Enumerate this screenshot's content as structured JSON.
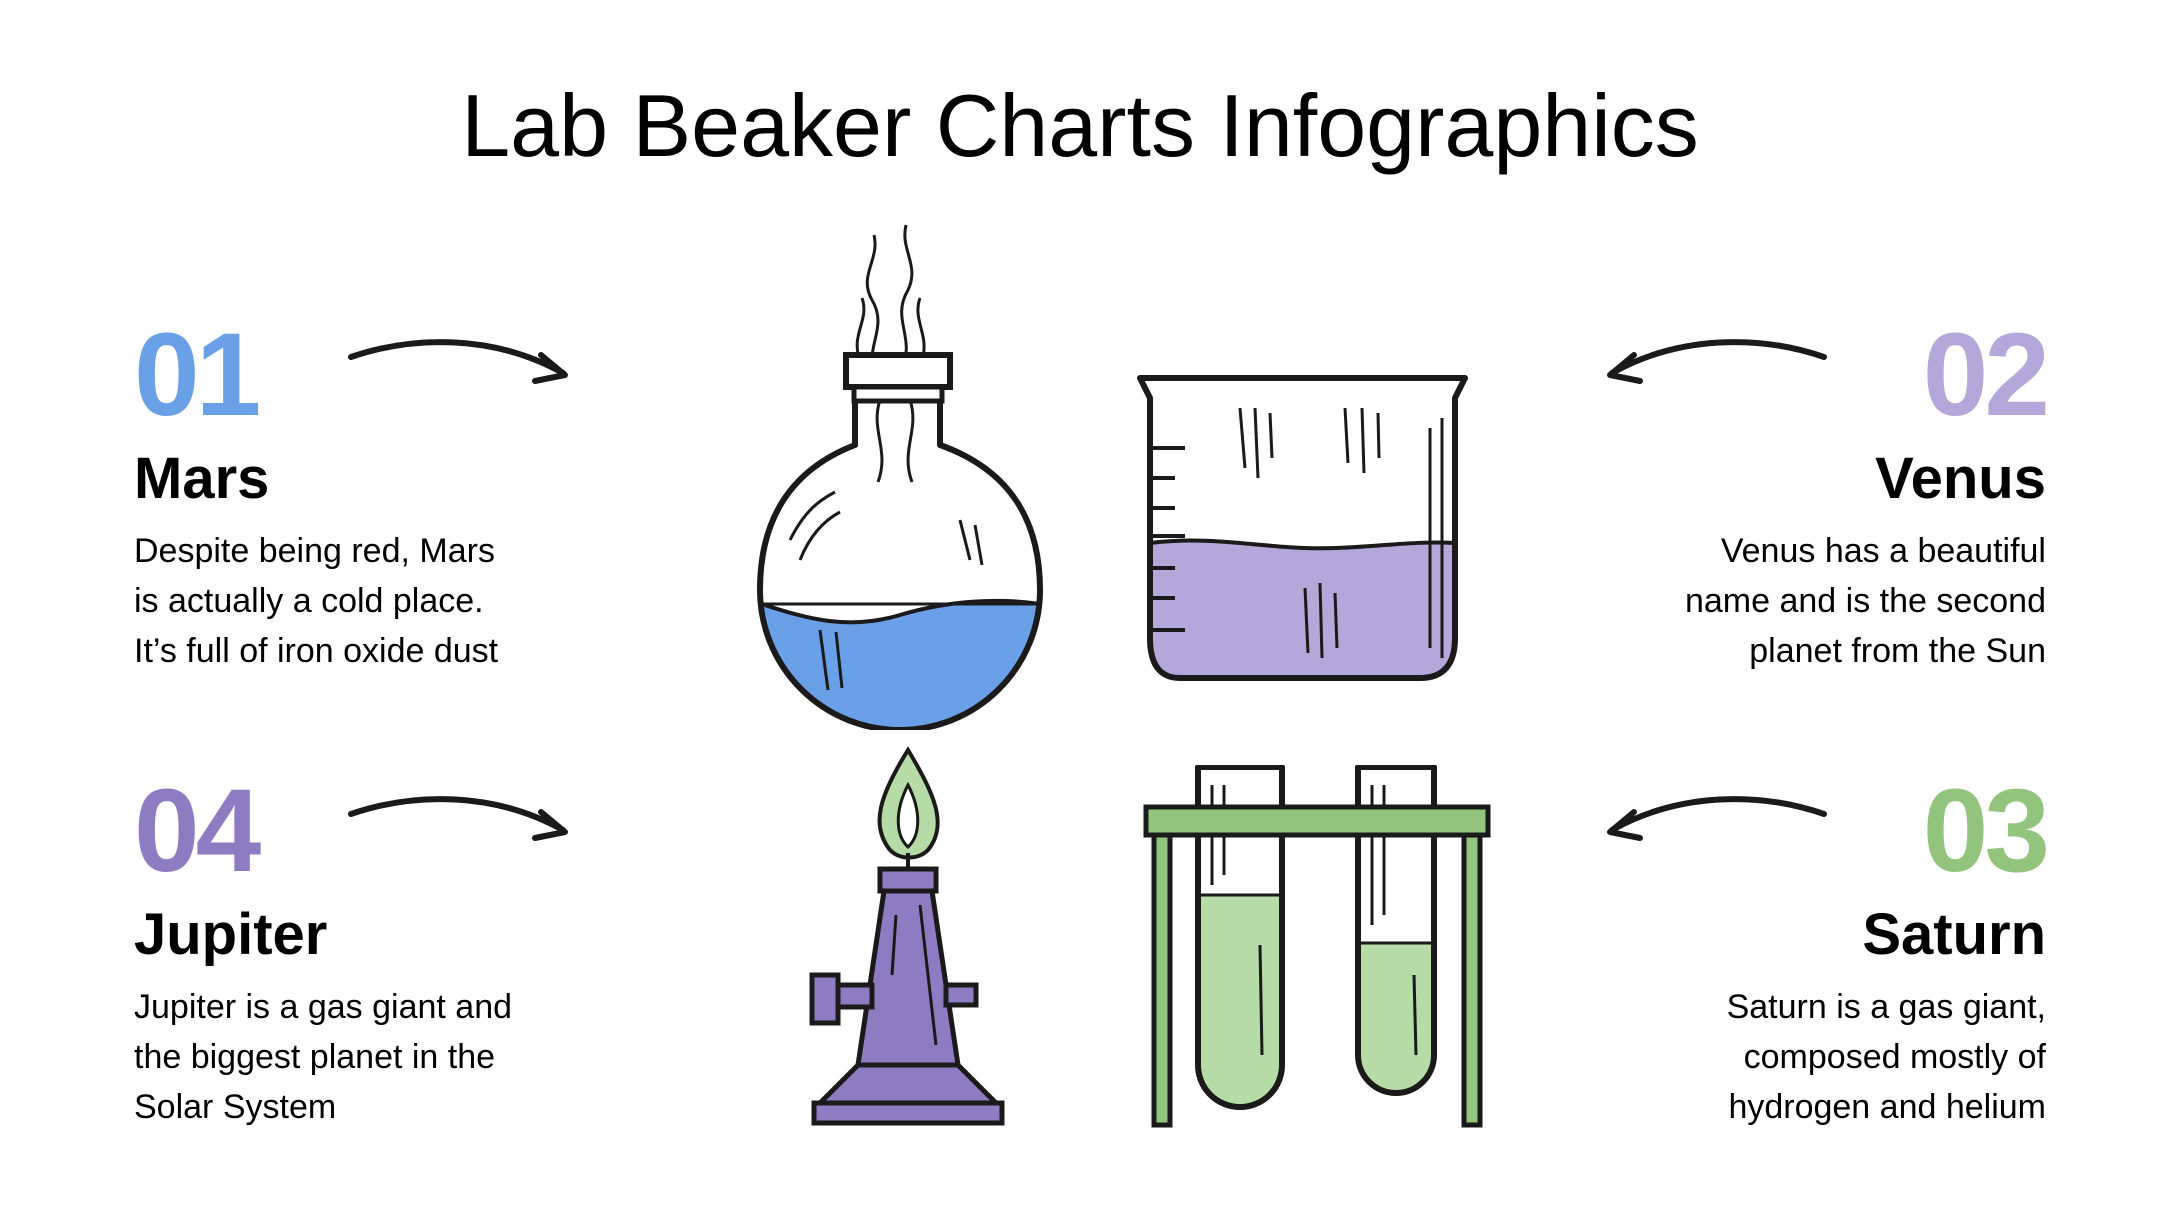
{
  "title": "Lab Beaker Charts Infographics",
  "colors": {
    "blue": "#6aa0e8",
    "lavender": "#b4a7d9",
    "purple": "#8e7cc3",
    "green": "#93c47d",
    "light_green": "#b7dba6",
    "outline": "#1a1a1a"
  },
  "items": [
    {
      "number": "01",
      "name": "Mars",
      "desc": [
        "Despite being red, Mars",
        "is actually a cold place.",
        "It’s full of iron oxide dust"
      ],
      "color": "#6aa0e8"
    },
    {
      "number": "02",
      "name": "Venus",
      "desc": [
        "Venus has a beautiful",
        "name and is the second",
        "planet from the Sun"
      ],
      "color": "#b4a7d9"
    },
    {
      "number": "03",
      "name": "Saturn",
      "desc": [
        "Saturn is a gas giant,",
        "composed mostly of",
        "hydrogen and helium"
      ],
      "color": "#93c47d"
    },
    {
      "number": "04",
      "name": "Jupiter",
      "desc": [
        "Jupiter is a gas giant and",
        "the biggest planet in the",
        "Solar System"
      ],
      "color": "#8e7cc3"
    }
  ],
  "icons": [
    "round-flask-icon",
    "beaker-icon",
    "bunsen-burner-icon",
    "test-tube-rack-icon",
    "curved-arrow-icon"
  ]
}
